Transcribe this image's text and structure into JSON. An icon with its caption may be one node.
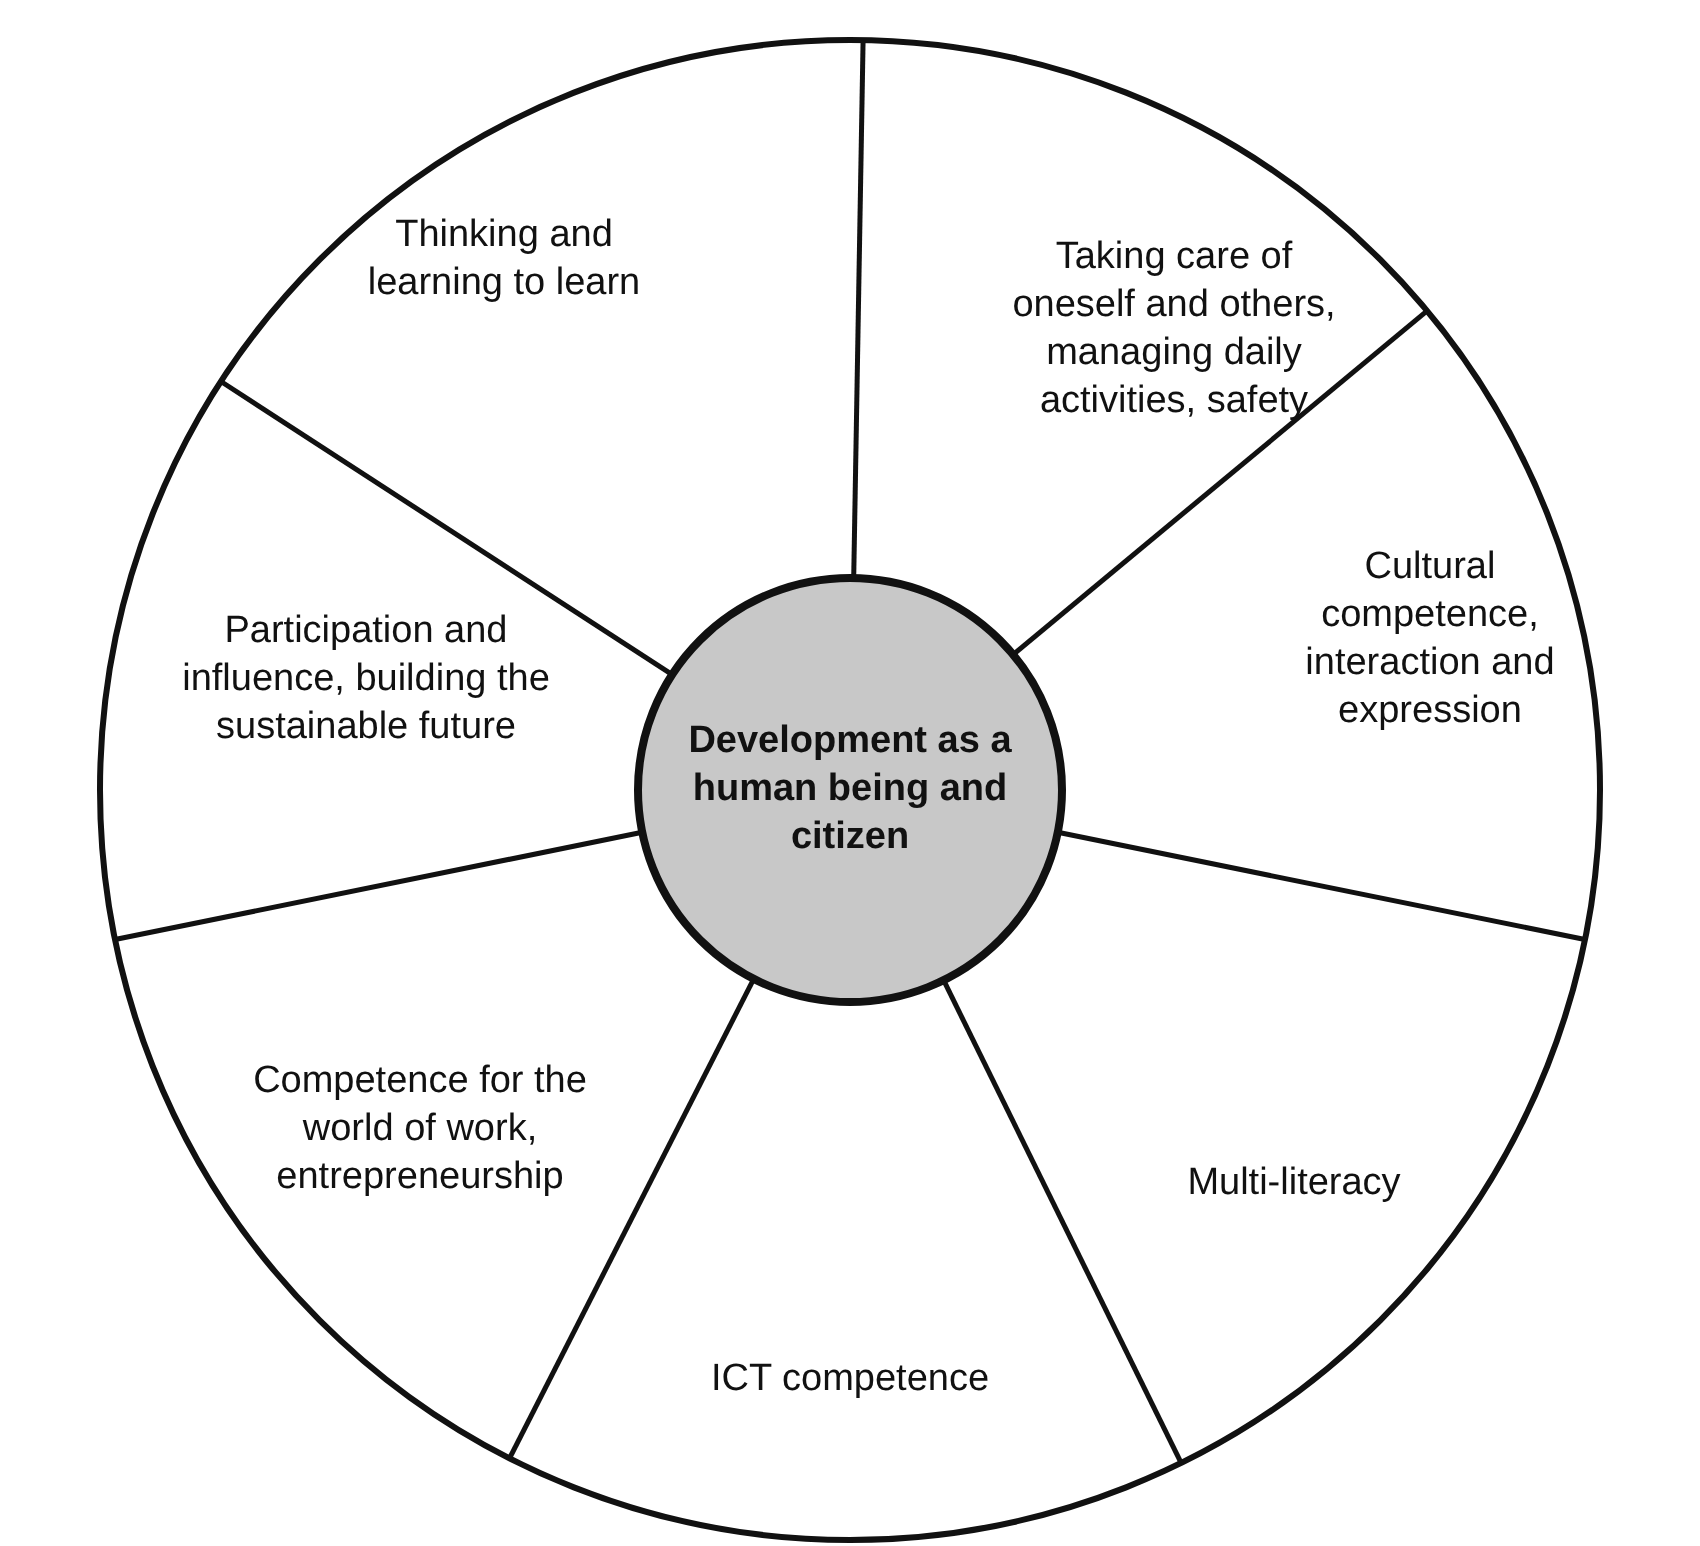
{
  "diagram": {
    "nodes": [
      {
        "text": [
          "Development as a human being and citizen"
        ]
      },
      {
        "text": [
          "Thinking and learning to learn"
        ]
      },
      {
        "text": [
          "Taking care of oneself and others, managing daily activities, safety"
        ]
      },
      {
        "text": [
          "Participation and influence, building the sustainable future"
        ]
      },
      {
        "text": [
          "Cultural competence, interaction and expression"
        ]
      },
      {
        "text": [
          "Competence for the world of work, entrepreneurship"
        ]
      },
      {
        "text": [
          "Multi-literacy"
        ]
      },
      {
        "text": [
          "ICT competence"
        ]
      }
    ]
  }
}
